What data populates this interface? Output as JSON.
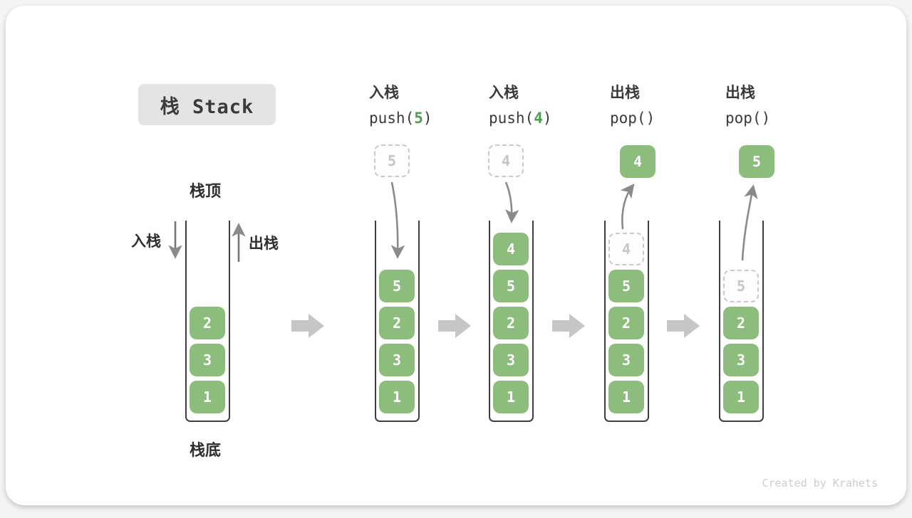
{
  "page": {
    "title_badge": "栈 Stack",
    "watermark": "Created by Krahets"
  },
  "stack_labels": {
    "top": "栈顶",
    "bottom": "栈底",
    "push": "入栈",
    "pop": "出栈"
  },
  "operations": [
    {
      "name": "入栈",
      "code_pre": "push(",
      "code_arg": "5",
      "code_post": ")"
    },
    {
      "name": "入栈",
      "code_pre": "push(",
      "code_arg": "4",
      "code_post": ")"
    },
    {
      "name": "出栈",
      "code_pre": "pop(",
      "code_arg": "",
      "code_post": ")"
    },
    {
      "name": "出栈",
      "code_pre": "pop(",
      "code_arg": "",
      "code_post": ")"
    }
  ],
  "stacks": [
    {
      "items": [
        "2",
        "3",
        "1"
      ]
    },
    {
      "incoming": "5",
      "items": [
        "5",
        "2",
        "3",
        "1"
      ]
    },
    {
      "incoming": "4",
      "items": [
        "4",
        "5",
        "2",
        "3",
        "1"
      ]
    },
    {
      "outgoing": "4",
      "ghost": "4",
      "items": [
        "5",
        "2",
        "3",
        "1"
      ]
    },
    {
      "outgoing": "5",
      "ghost": "5",
      "items": [
        "2",
        "3",
        "1"
      ]
    }
  ],
  "colors": {
    "box_green": "#8cbd7c",
    "code_green": "#4d9e4d",
    "arrow_gray": "#8a8a8a",
    "block_arrow_gray": "#c6c6c6",
    "ghost_gray": "#c9c9c9",
    "badge_bg": "#e4e4e4"
  }
}
